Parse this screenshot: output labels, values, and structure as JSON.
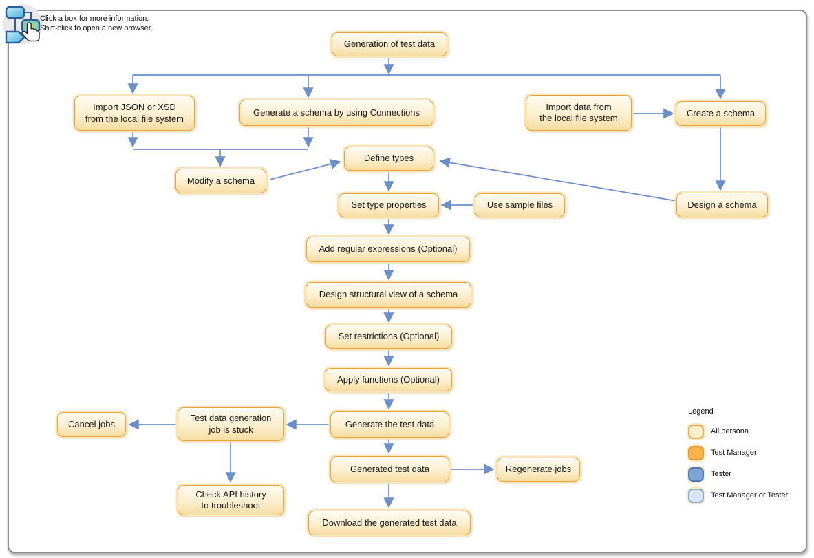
{
  "banner": {
    "line1": "Click a box for more information.",
    "line2": "Shift-click to open a new browser."
  },
  "nodes": {
    "generation": {
      "label": "Generation of test data"
    },
    "import_json_xsd": {
      "label": "Import JSON or XSD\nfrom the local file system"
    },
    "generate_schema": {
      "label": "Generate a schema by using Connections"
    },
    "import_data": {
      "label": "Import data from\nthe local file system"
    },
    "create_schema": {
      "label": "Create a schema"
    },
    "modify_schema": {
      "label": "Modify a schema"
    },
    "define_types": {
      "label": "Define types"
    },
    "design_schema": {
      "label": "Design a schema"
    },
    "set_type_properties": {
      "label": "Set type properties"
    },
    "use_sample_files": {
      "label": "Use sample files"
    },
    "add_regex": {
      "label": "Add regular expressions (Optional)"
    },
    "design_structural": {
      "label": "Design structural view of a schema"
    },
    "set_restrictions": {
      "label": "Set restrictions (Optional)"
    },
    "apply_functions": {
      "label": "Apply functions (Optional)"
    },
    "generate_test_data": {
      "label": "Generate the test data"
    },
    "job_stuck": {
      "label": "Test data generation\njob is stuck"
    },
    "cancel_jobs": {
      "label": "Cancel jobs"
    },
    "check_api": {
      "label": "Check API history\nto troubleshoot"
    },
    "generated_test_data": {
      "label": "Generated test data"
    },
    "regenerate_jobs": {
      "label": "Regenerate jobs"
    },
    "download": {
      "label": "Download the generated test data"
    }
  },
  "legend": {
    "title": "Legend",
    "items": [
      {
        "label": "All persona",
        "fill": "#fdeecd",
        "border": "#edab4b"
      },
      {
        "label": "Test Manager",
        "fill": "#f9b54c",
        "border": "#e8952f"
      },
      {
        "label": "Tester",
        "fill": "#7ba3d4",
        "border": "#4f7ab5"
      },
      {
        "label": "Test Manager or Tester",
        "fill": "#d9e5f3",
        "border": "#89a9d4"
      }
    ]
  },
  "colors": {
    "arrow": "#6c8ec9",
    "node_border": "#e9a43c",
    "node_halo": "#f8e4ba",
    "node_fill_top": "#fefbf2",
    "node_fill_mid": "#fcefd0",
    "node_fill_bottom": "#f6dca0",
    "container_border": "#8f8f8f"
  }
}
